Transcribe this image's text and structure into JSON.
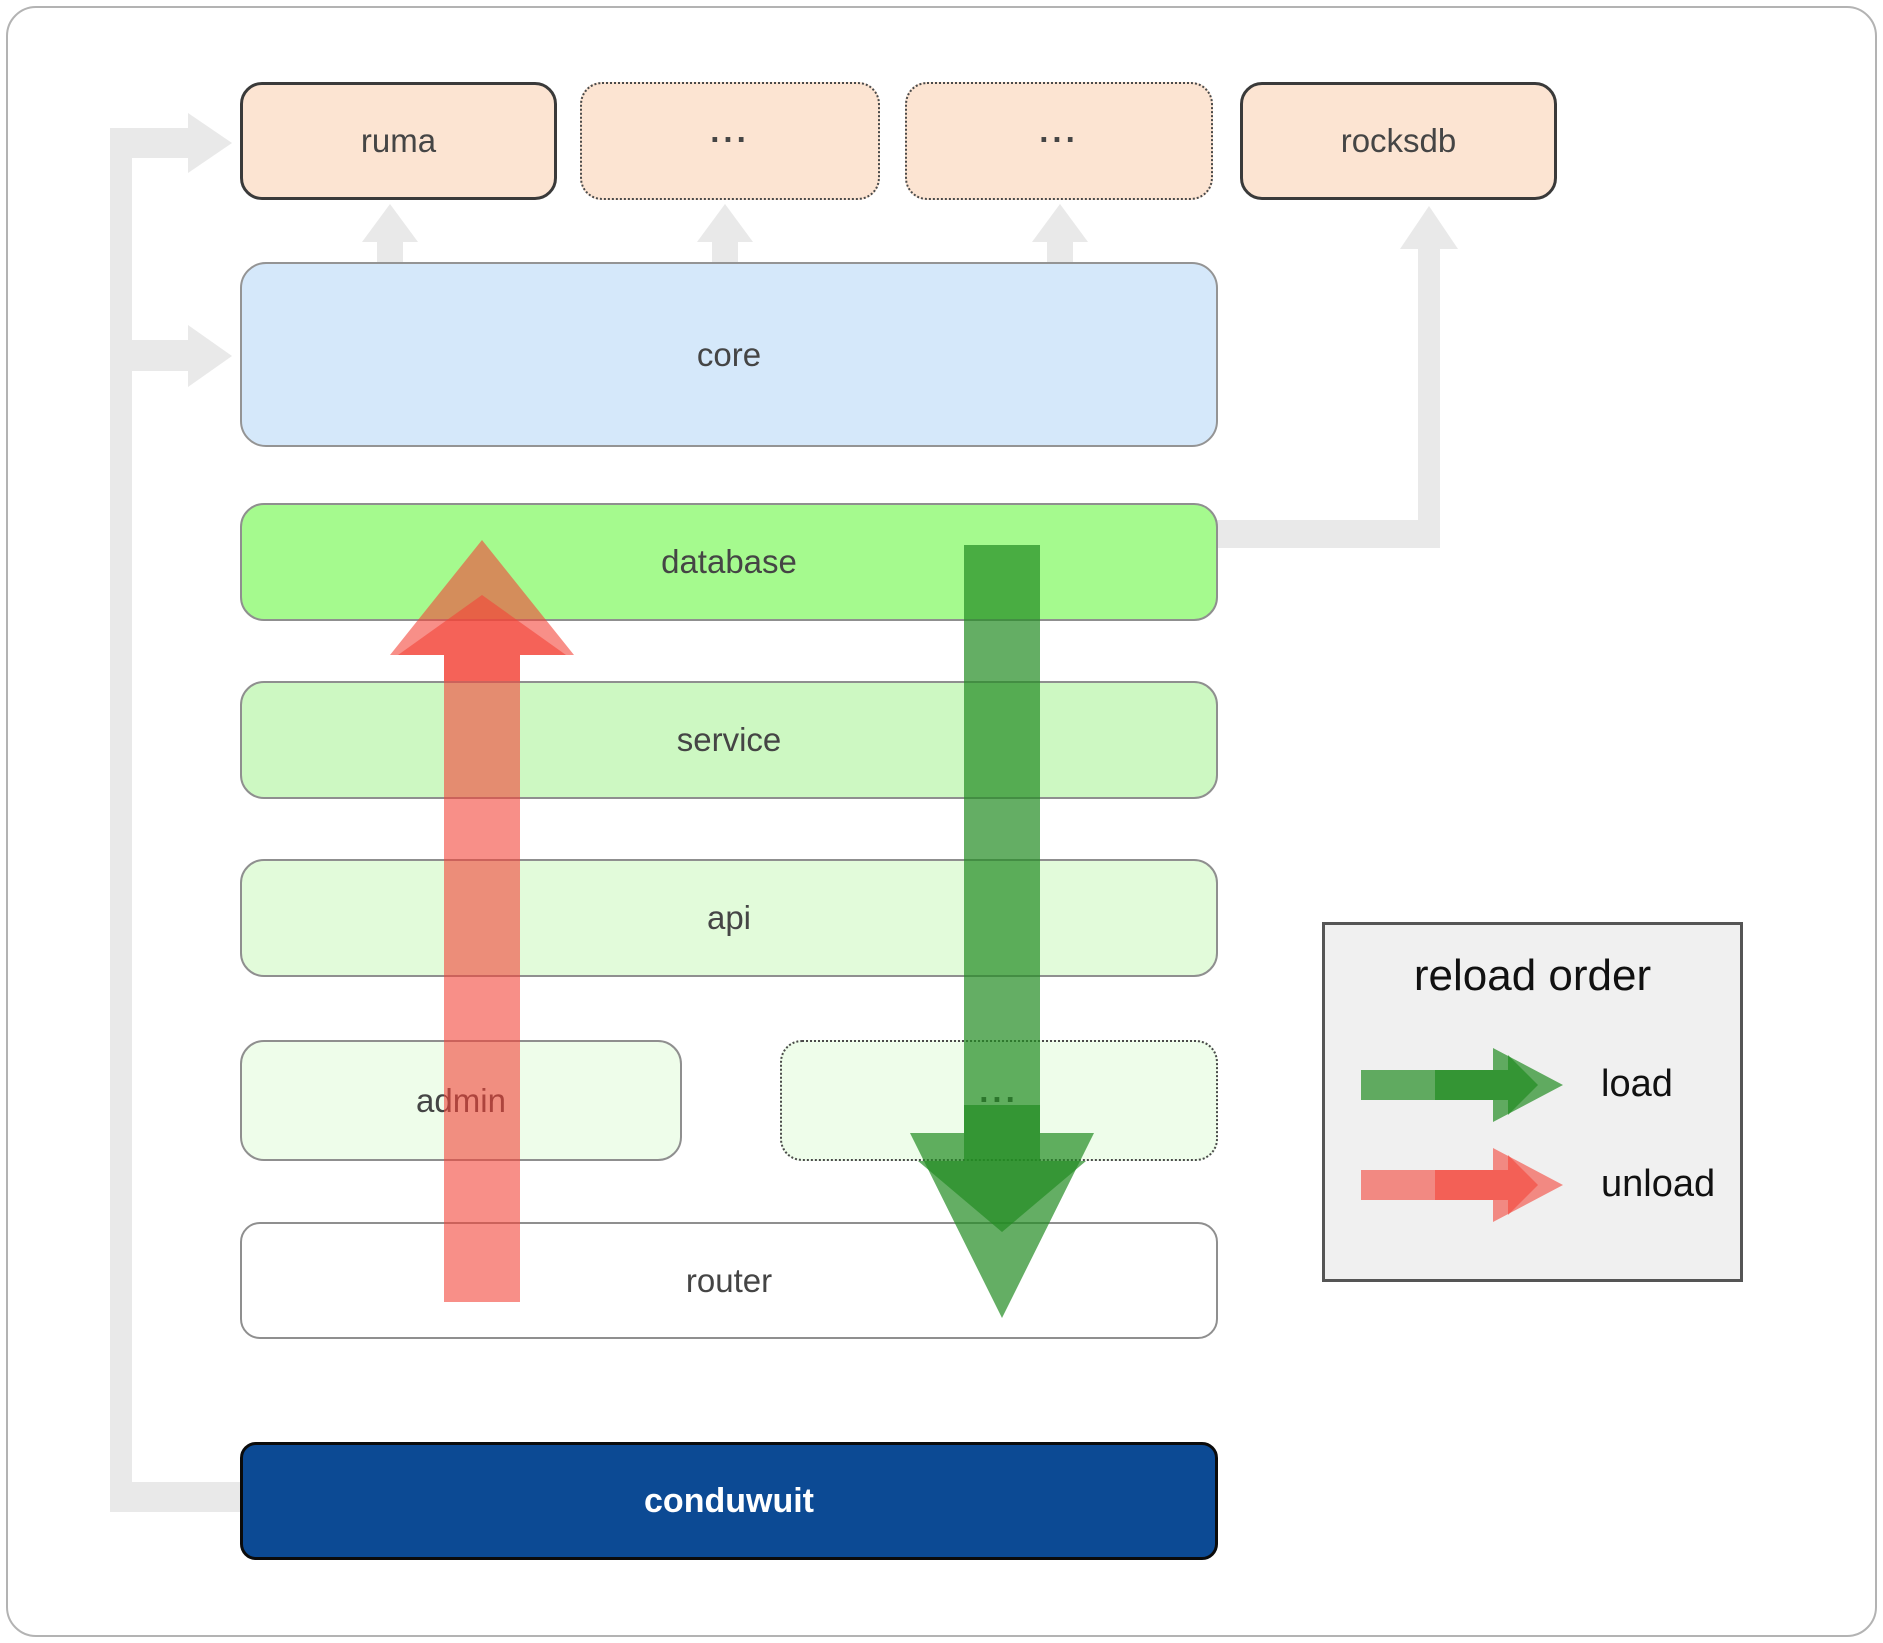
{
  "boxes": [
    {
      "id": "ruma",
      "label": "ruma"
    },
    {
      "id": "dep-ellipsis-1",
      "label": "..."
    },
    {
      "id": "dep-ellipsis-2",
      "label": "..."
    },
    {
      "id": "rocksdb",
      "label": "rocksdb"
    },
    {
      "id": "core",
      "label": "core"
    },
    {
      "id": "database",
      "label": "database"
    },
    {
      "id": "service",
      "label": "service"
    },
    {
      "id": "api",
      "label": "api"
    },
    {
      "id": "admin",
      "label": "admin"
    },
    {
      "id": "module-ellipsis",
      "label": "..."
    },
    {
      "id": "router",
      "label": "router"
    },
    {
      "id": "conduwuit",
      "label": "conduwuit"
    }
  ],
  "legend": {
    "title": "reload order",
    "items": [
      {
        "label": "load",
        "color": "#228b22"
      },
      {
        "label": "unload",
        "color": "#f34439"
      }
    ]
  },
  "colors": {
    "dependency_box": "#fce4d2",
    "core_box": "#d5e8fa",
    "database_box": "#a5fa8e",
    "service_box": "#cdf8c2",
    "api_box": "#e2fbda",
    "admin_box": "#eefdea",
    "router_box": "#ffffff",
    "conduwuit_box": "#0c4a94",
    "connector": "#e9e9e9",
    "legend_bg": "#f0f0f0"
  }
}
